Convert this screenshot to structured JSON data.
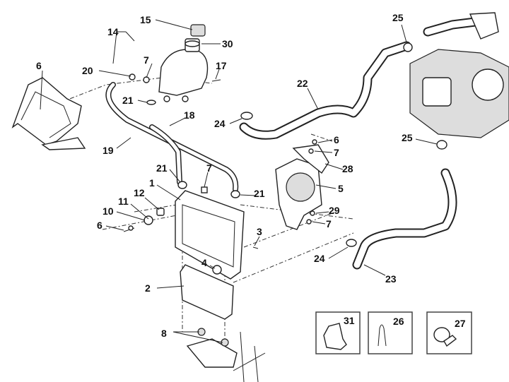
{
  "diagram": {
    "type": "exploded parts diagram (cooling system)",
    "callouts": [
      "14",
      "15",
      "30",
      "7",
      "20",
      "17",
      "6",
      "21",
      "18",
      "19",
      "22",
      "25",
      "24",
      "6",
      "7",
      "28",
      "5",
      "25",
      "21",
      "7",
      "1",
      "21",
      "11",
      "12",
      "10",
      "6",
      "29",
      "7",
      "3",
      "4",
      "24",
      "23",
      "2",
      "8",
      "31",
      "26",
      "27"
    ]
  }
}
